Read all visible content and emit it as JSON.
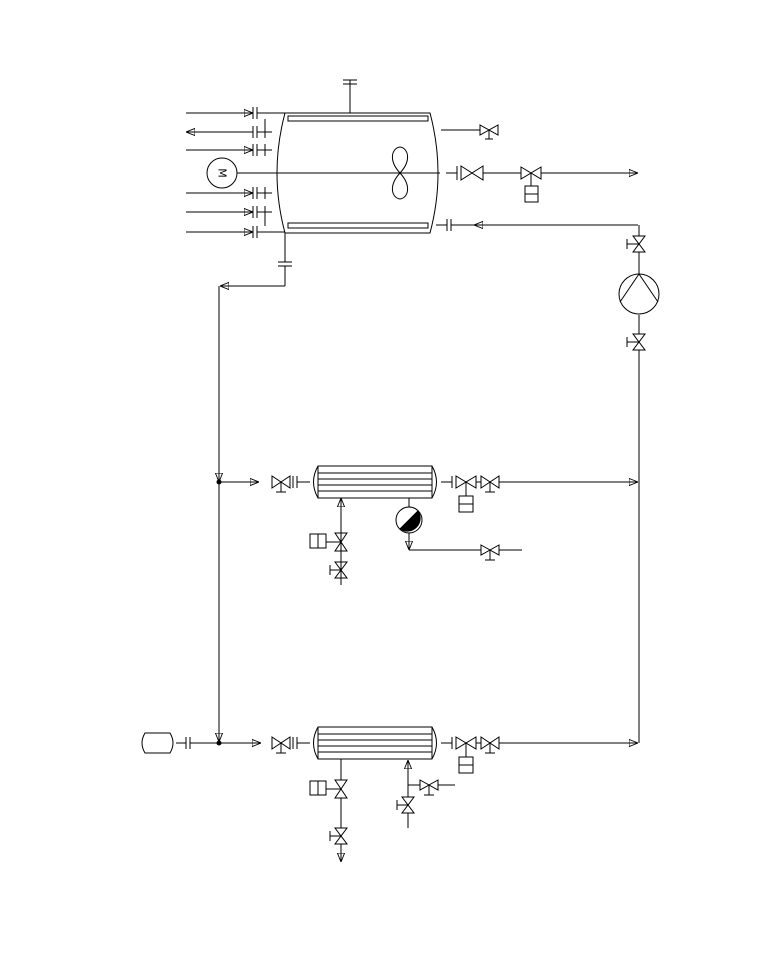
{
  "diagram": {
    "type": "process-flow-diagram",
    "motor_label": "M",
    "colors": {
      "line": "#000000",
      "background": "#ffffff"
    },
    "equipment": [
      {
        "id": "reactor",
        "kind": "stirred-tank-with-jacket"
      },
      {
        "id": "motor",
        "kind": "agitator-motor"
      },
      {
        "id": "pump",
        "kind": "centrifugal-pump"
      },
      {
        "id": "hx-1",
        "kind": "shell-and-tube-heat-exchanger"
      },
      {
        "id": "hx-2",
        "kind": "shell-and-tube-heat-exchanger"
      },
      {
        "id": "steam-trap",
        "kind": "steam-trap"
      },
      {
        "id": "feed-vessel",
        "kind": "horizontal-vessel"
      }
    ]
  }
}
